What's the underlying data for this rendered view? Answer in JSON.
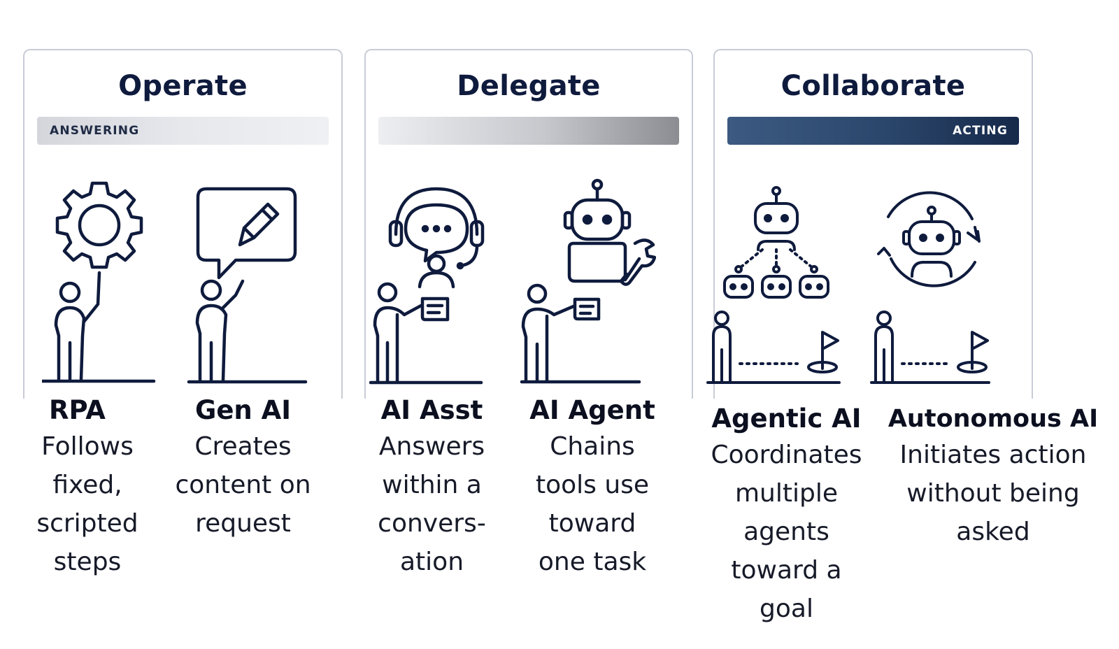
{
  "panels": [
    {
      "title": "Operate",
      "bar_label": "ANSWERING"
    },
    {
      "title": "Delegate",
      "bar_label": ""
    },
    {
      "title": "Collaborate",
      "bar_label": "ACTING"
    }
  ],
  "items": [
    {
      "name": "RPA",
      "line1": "Follows",
      "line2": "fixed,",
      "line3": "scripted",
      "line4": "steps",
      "icon": "gear-icon"
    },
    {
      "name": "Gen AI",
      "line1": "Creates",
      "line2": "content on",
      "line3": "request",
      "icon": "pencil-speech-bubble-icon"
    },
    {
      "name": "AI Asst",
      "line1": "Answers",
      "line2": "within a",
      "line3": "convers-",
      "line4": "ation",
      "icon": "headset-chat-icon"
    },
    {
      "name": "AI Agent",
      "line1": "Chains",
      "line2": "tools use",
      "line3": "toward",
      "line4": "one task",
      "icon": "robot-wrench-icon"
    },
    {
      "name": "Agentic AI",
      "line1": "Coordinates",
      "line2": "multiple",
      "line3": "agents",
      "line4": "toward a",
      "line5": "goal",
      "icon": "robot-hierarchy-icon"
    },
    {
      "name": "Autonomous AI",
      "line1": "Initiates action",
      "line2": "without being",
      "line3": "asked",
      "icon": "robot-cycle-icon"
    }
  ],
  "colors": {
    "ink": "#0f1b3d",
    "panel_border": "#c9ccd6",
    "acting_bar": "#1f3559"
  }
}
